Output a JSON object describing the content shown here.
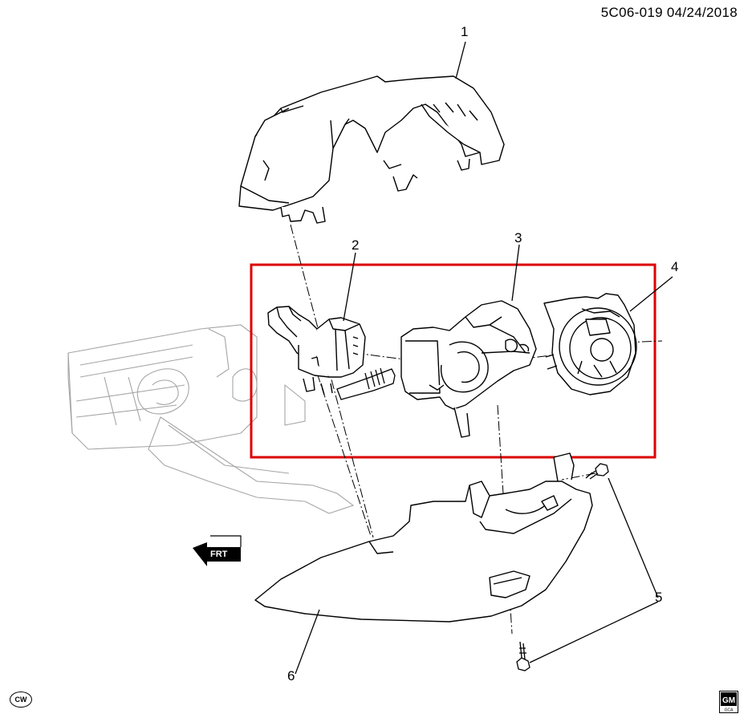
{
  "header": {
    "code": "5C06-019",
    "date": "04/24/2018"
  },
  "callouts": [
    {
      "id": "1",
      "label": "1"
    },
    {
      "id": "2",
      "label": "2"
    },
    {
      "id": "3",
      "label": "3"
    },
    {
      "id": "4",
      "label": "4"
    },
    {
      "id": "5",
      "label": "5"
    },
    {
      "id": "6",
      "label": "6"
    }
  ],
  "direction_marker": {
    "label": "FRT"
  },
  "badges": {
    "rotation": "CW",
    "logo": "GM",
    "logo_sub": "GCA"
  },
  "colors": {
    "highlight_box": "#dd0000",
    "line": "#000000",
    "ghost": "#9a9a9a"
  }
}
